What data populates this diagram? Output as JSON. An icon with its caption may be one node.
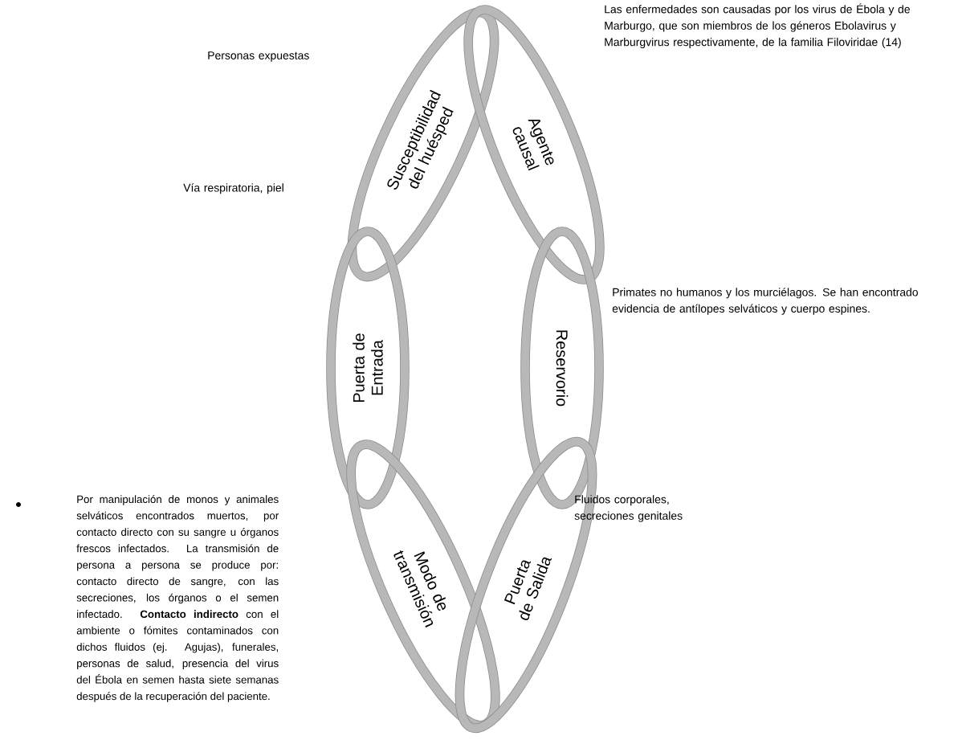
{
  "diagram": {
    "nodes": [
      {
        "text": [
          "Susceptibilidad del huésped"
        ],
        "beside": [
          "Personas expuestas"
        ]
      },
      {
        "text": [
          "Agente causal"
        ],
        "beside": [
          "Las enfermedades son causadas por los virus de Ébola y de Marburgo, que son miembros de los géneros Ebolavirus y Marburgvirus respectivamente, de la familia Filoviridae (14)"
        ]
      },
      {
        "text": [
          "Puerta de Entrada"
        ]
      },
      {
        "text": [
          "Reservorio"
        ],
        "beside": [
          "Primates no humanos y los murciélagos. Se han encontrado evidencia de antílopes selváticos y cuerpo espines."
        ]
      },
      {
        "text": [
          "Modo de transmisión"
        ]
      },
      {
        "text": [
          "Puerta de Salida"
        ],
        "beside": [
          "Fluidos corporales, secreciones genitales"
        ]
      }
    ],
    "labels": [
      "Vía respiratoria, piel",
      "Por manipulación de monos y animales selváticos encontrados muertos, por contacto directo con su sangre u órganos frescos infectados. La transmisión de persona a persona se produce por: contacto directo de sangre, con las secreciones, los órganos o el semen infectado. **Contacto indirecto** con el ambiente o fómites contaminados con dichos fluidos (ej. Agujas), funerales, personas de salud, presencia del virus del Ébola en semen hasta siete semanas después de la recuperación del paciente."
    ]
  }
}
